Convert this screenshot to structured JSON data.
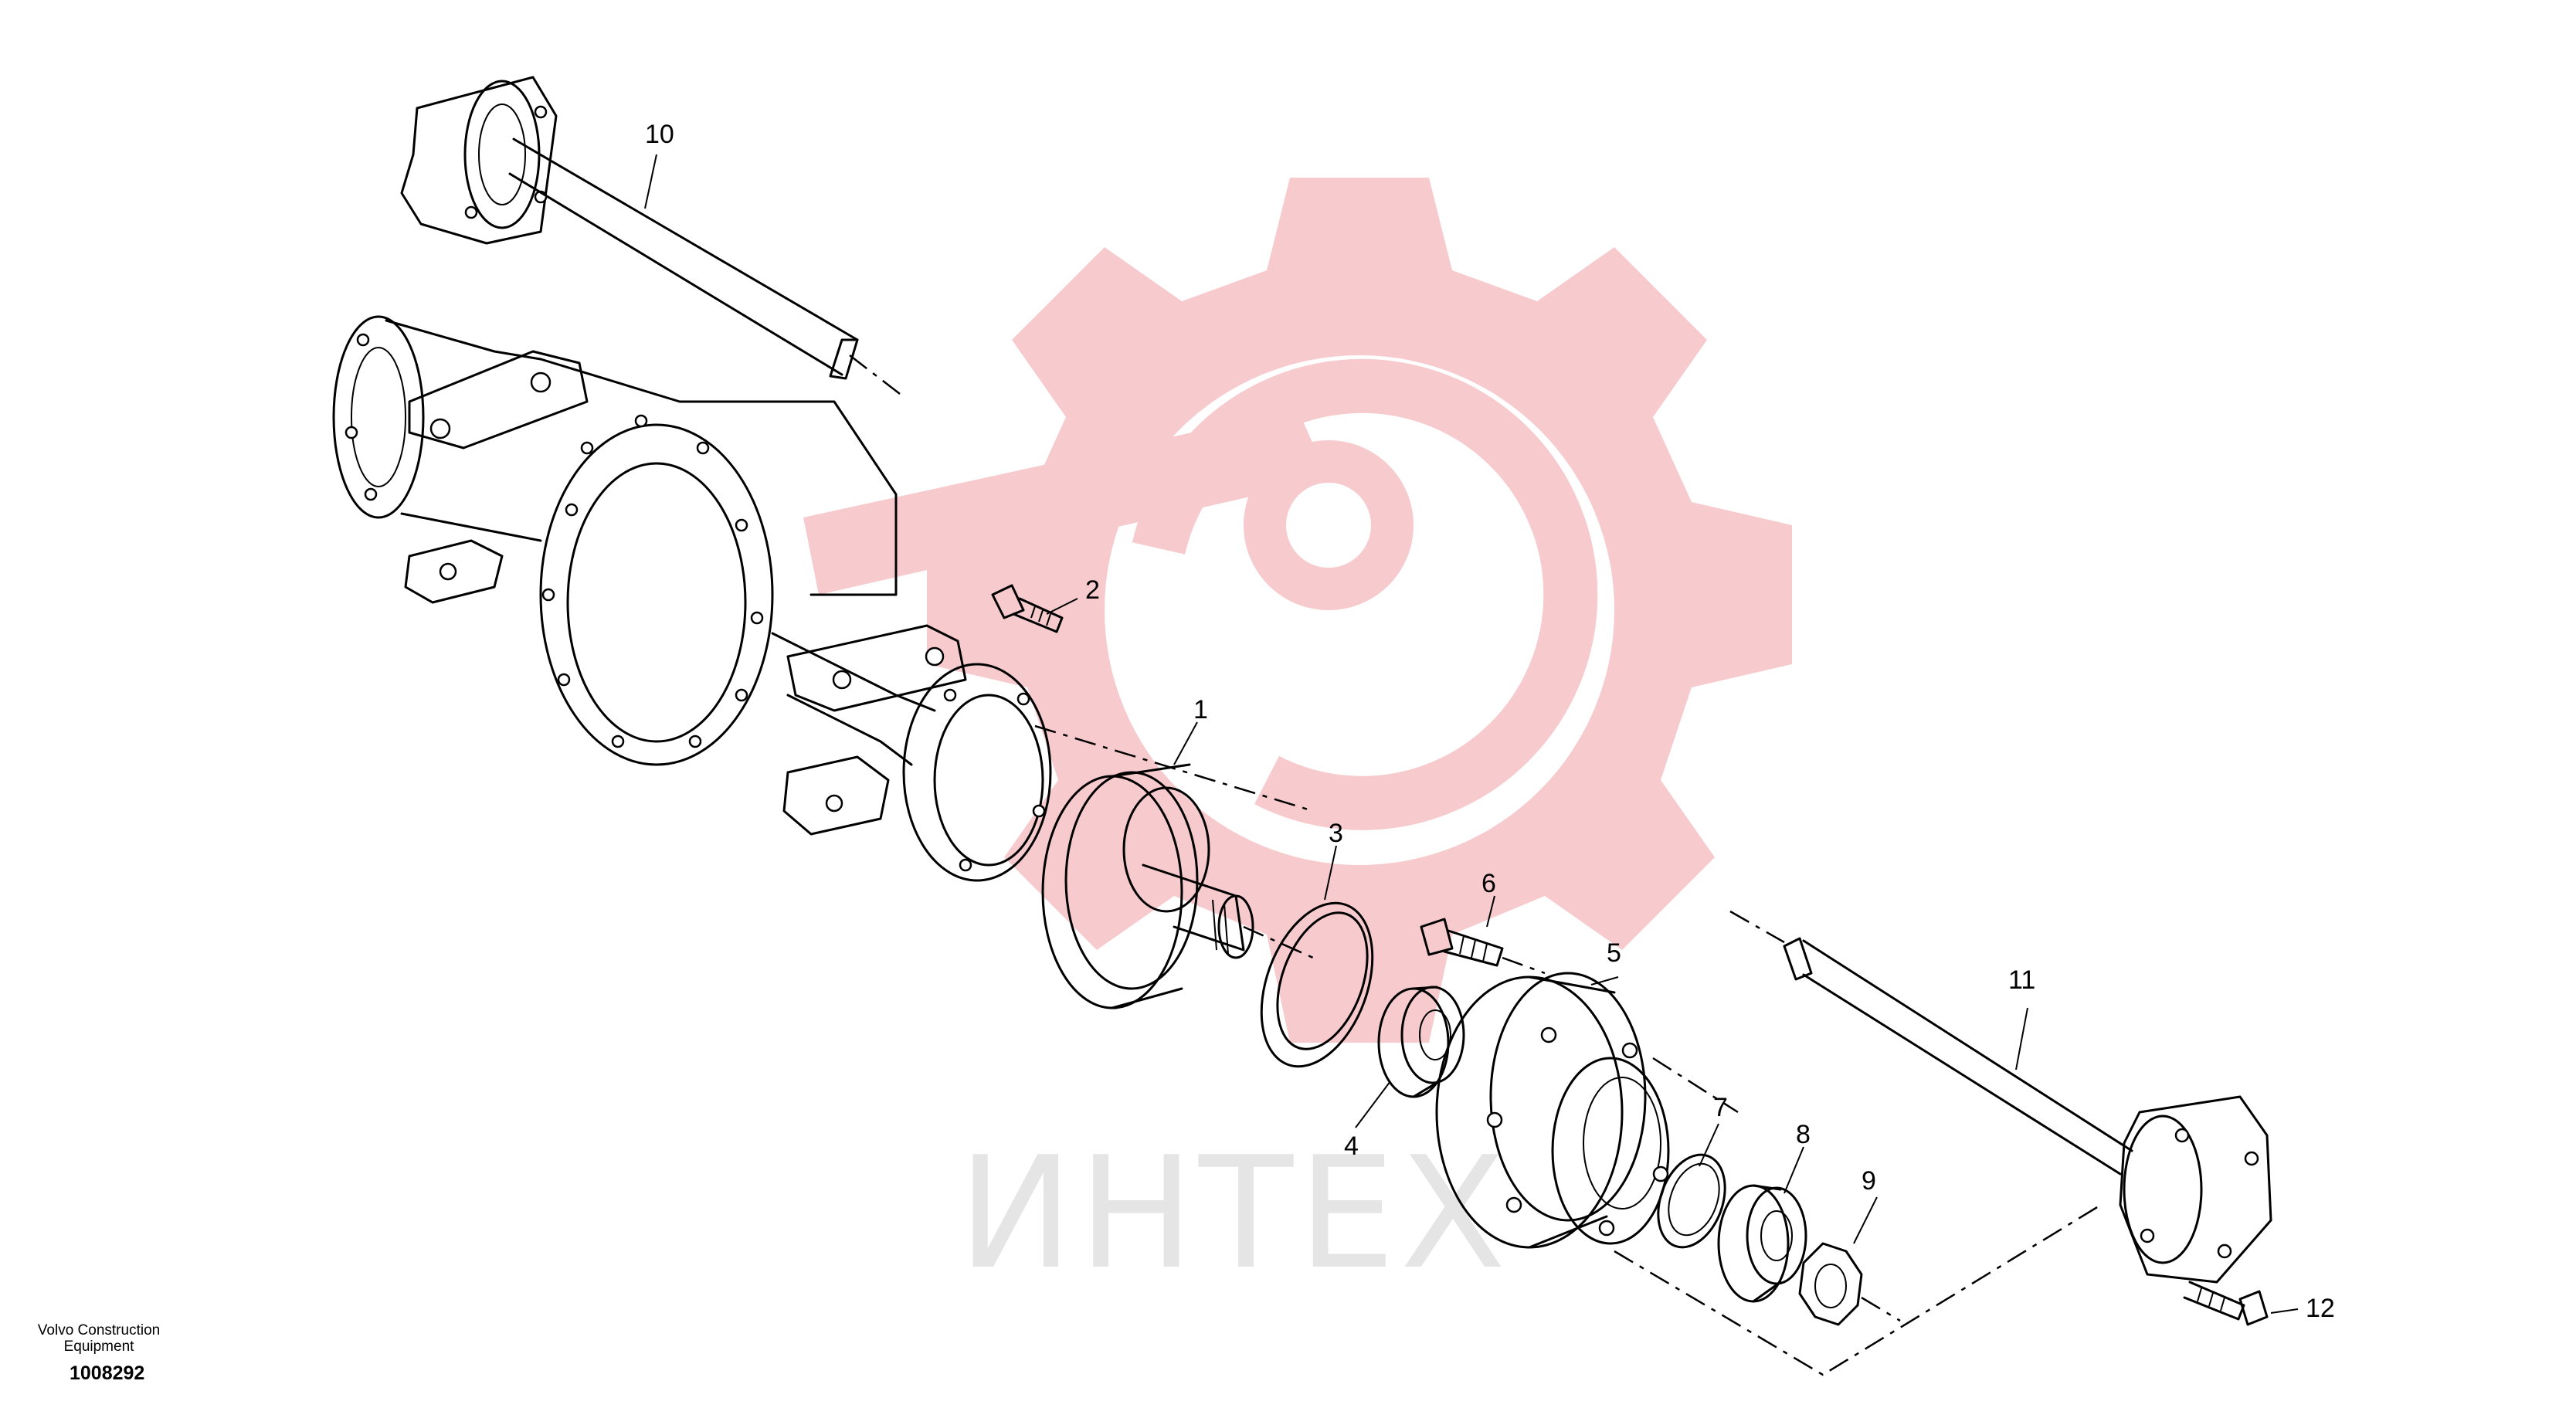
{
  "diagram": {
    "callouts": [
      "10",
      "2",
      "1",
      "3",
      "6",
      "5",
      "4",
      "7",
      "8",
      "9",
      "11",
      "12"
    ]
  },
  "footer": {
    "brand": "Volvo Construction Equipment",
    "document_number": "1008292"
  },
  "watermark": {
    "text": "ИНТЕХ",
    "color": "#f7c9cc"
  }
}
